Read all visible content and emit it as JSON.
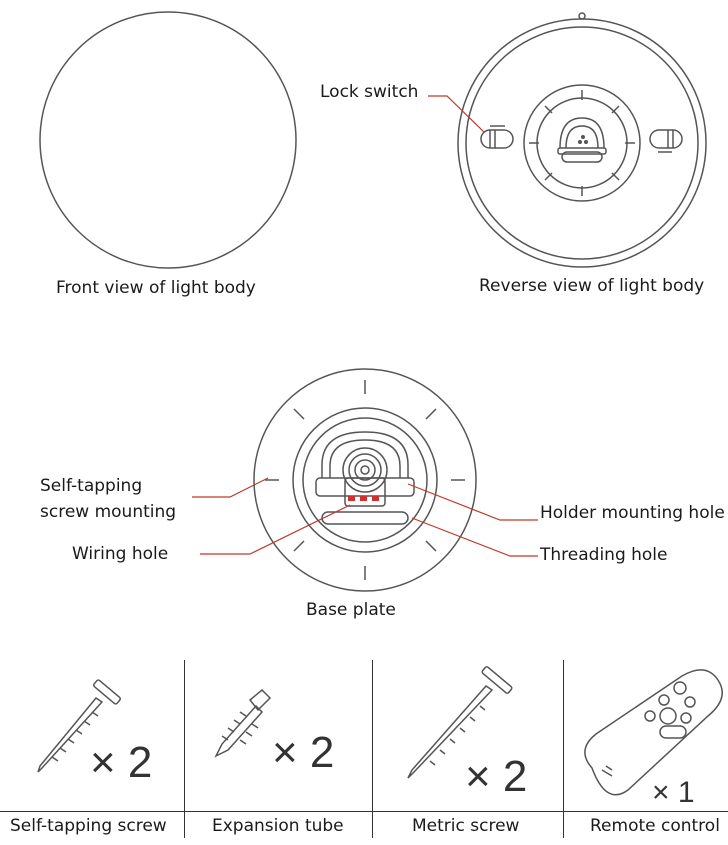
{
  "captions": {
    "front_view": "Front view of light body",
    "reverse_view": "Reverse view of light body",
    "base_plate": "Base plate"
  },
  "callouts": {
    "lock_switch": "Lock switch",
    "self_tapping_line1": "Self-tapping",
    "self_tapping_line2": "screw mounting",
    "wiring_hole": "Wiring hole",
    "holder_mounting_hole": "Holder mounting hole",
    "threading_hole": "Threading hole"
  },
  "accessories": [
    {
      "label": "Self-tapping screw",
      "quantity": "× 2"
    },
    {
      "label": "Expansion tube",
      "quantity": "× 2"
    },
    {
      "label": "Metric screw",
      "quantity": "× 2"
    },
    {
      "label": "Remote control",
      "quantity": "× 1"
    }
  ],
  "colors": {
    "outline": "#555555",
    "callout_line": "#c0392b",
    "red_marker": "#d23030"
  }
}
